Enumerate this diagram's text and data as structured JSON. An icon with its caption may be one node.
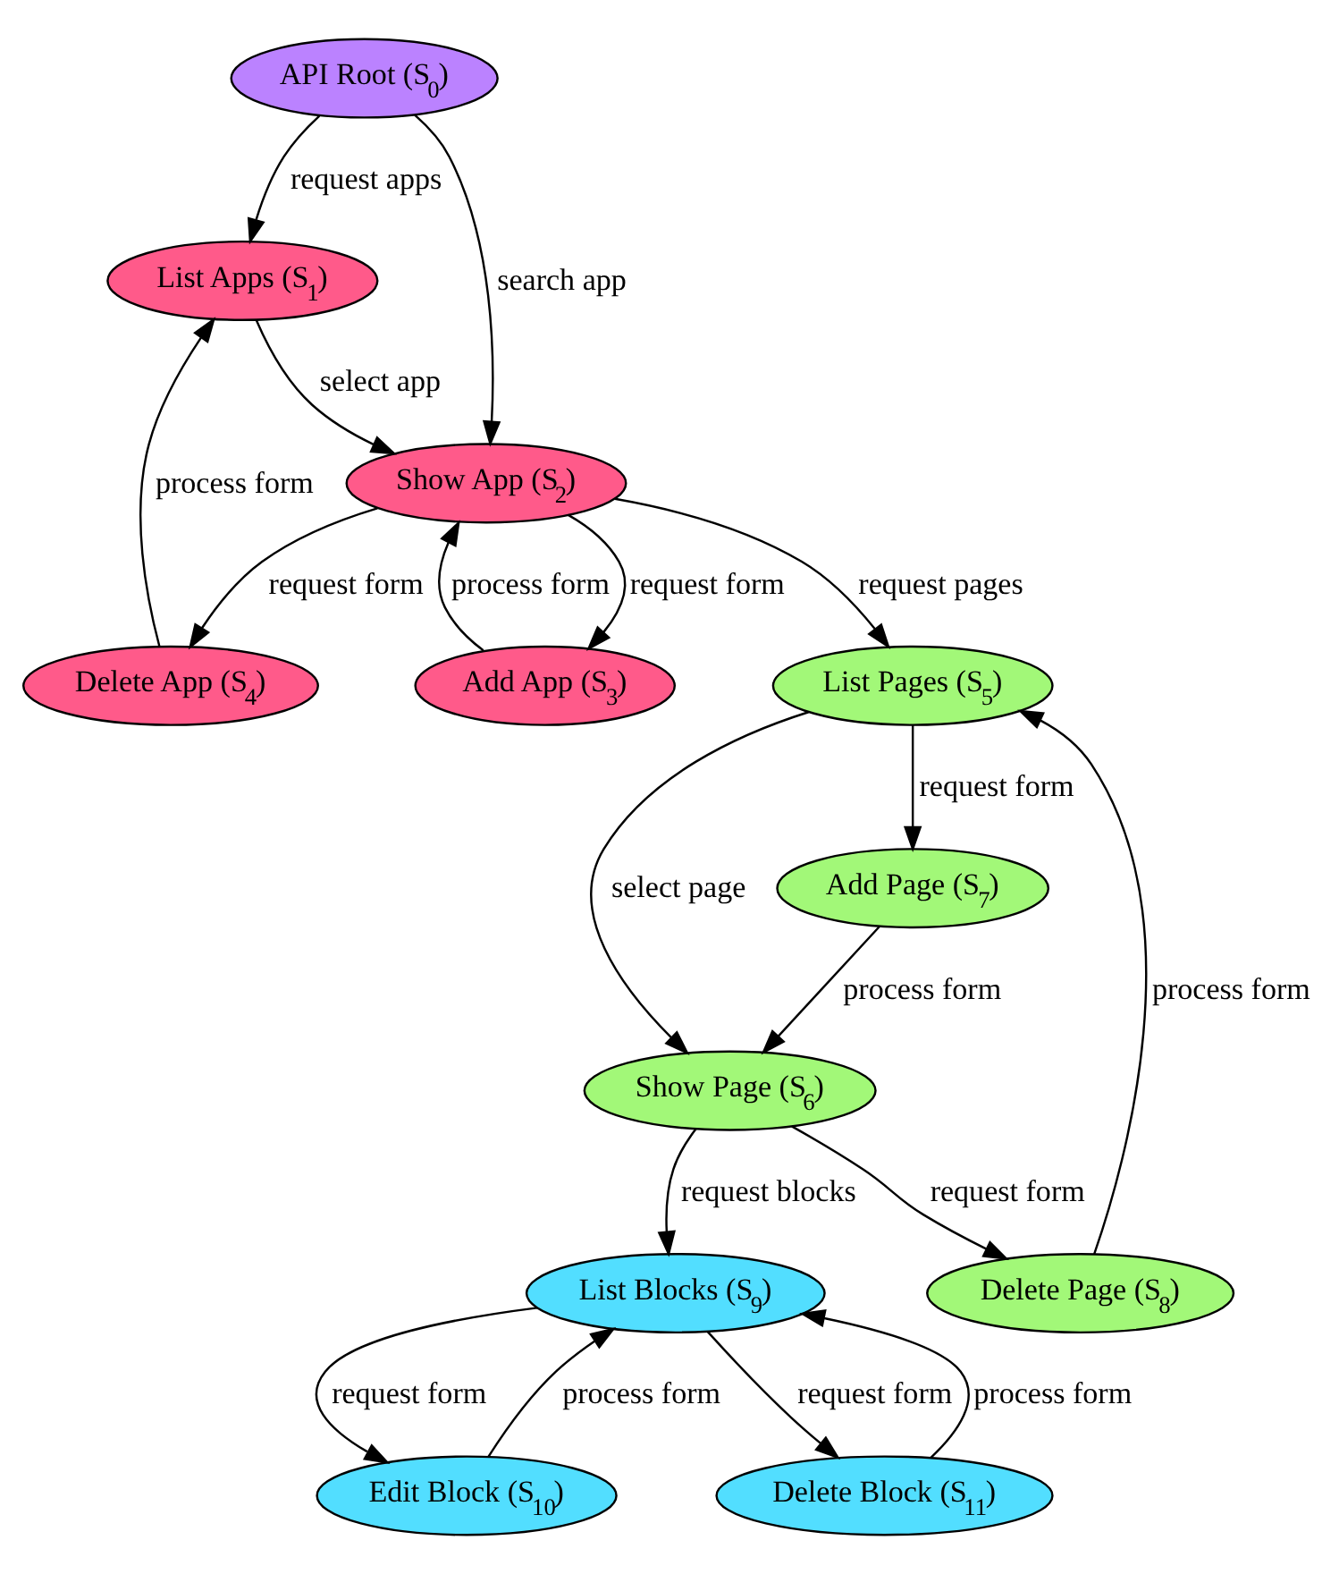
{
  "diagram": {
    "nodes": [
      {
        "text": [
          "API Root (S$_{0}$)"
        ]
      },
      {
        "text": [
          "List Apps (S$_{1}$)"
        ]
      },
      {
        "text": [
          "Show App (S$_{2}$)"
        ]
      },
      {
        "text": [
          "Add App (S$_{3}$)"
        ]
      },
      {
        "text": [
          "Delete App (S$_{4}$)"
        ]
      },
      {
        "text": [
          "List Pages (S$_{5}$)"
        ]
      },
      {
        "text": [
          "Show Page (S$_{6}$)"
        ]
      },
      {
        "text": [
          "Add Page (S$_{7}$)"
        ]
      },
      {
        "text": [
          "Delete Page (S$_{8}$)"
        ]
      },
      {
        "text": [
          "List Blocks (S$_{9}$)"
        ]
      },
      {
        "text": [
          "Edit Block (S$_{10}$)"
        ]
      },
      {
        "text": [
          "Delete Block (S$_{11}$)"
        ]
      }
    ],
    "edges": [
      {
        "from": 0,
        "to": 1,
        "arrow": "to",
        "label": "request apps"
      },
      {
        "from": 0,
        "to": 2,
        "arrow": "to",
        "label": "search app"
      },
      {
        "from": 1,
        "to": 2,
        "arrow": "to",
        "label": "select app"
      },
      {
        "from": 4,
        "to": 1,
        "arrow": "to",
        "label": "process form"
      },
      {
        "from": 2,
        "to": 4,
        "arrow": "to",
        "label": "request form"
      },
      {
        "from": 3,
        "to": 2,
        "arrow": "to",
        "label": "process form"
      },
      {
        "from": 2,
        "to": 3,
        "arrow": "to",
        "label": "request form"
      },
      {
        "from": 2,
        "to": 5,
        "arrow": "to",
        "label": "request pages"
      },
      {
        "from": 5,
        "to": 6,
        "arrow": "to",
        "label": "select page"
      },
      {
        "from": 5,
        "to": 7,
        "arrow": "to",
        "label": "request form"
      },
      {
        "from": 7,
        "to": 6,
        "arrow": "to",
        "label": "process form"
      },
      {
        "from": 6,
        "to": 9,
        "arrow": "to",
        "label": "request blocks"
      },
      {
        "from": 6,
        "to": 8,
        "arrow": "to",
        "label": "request form"
      },
      {
        "from": 8,
        "to": 5,
        "arrow": "to",
        "label": "process form"
      },
      {
        "from": 9,
        "to": 10,
        "arrow": "to",
        "label": "request form"
      },
      {
        "from": 10,
        "to": 9,
        "arrow": "to",
        "label": "process form"
      },
      {
        "from": 9,
        "to": 11,
        "arrow": "to",
        "label": "request form"
      },
      {
        "from": 11,
        "to": 9,
        "arrow": "to",
        "label": "process form"
      }
    ]
  }
}
